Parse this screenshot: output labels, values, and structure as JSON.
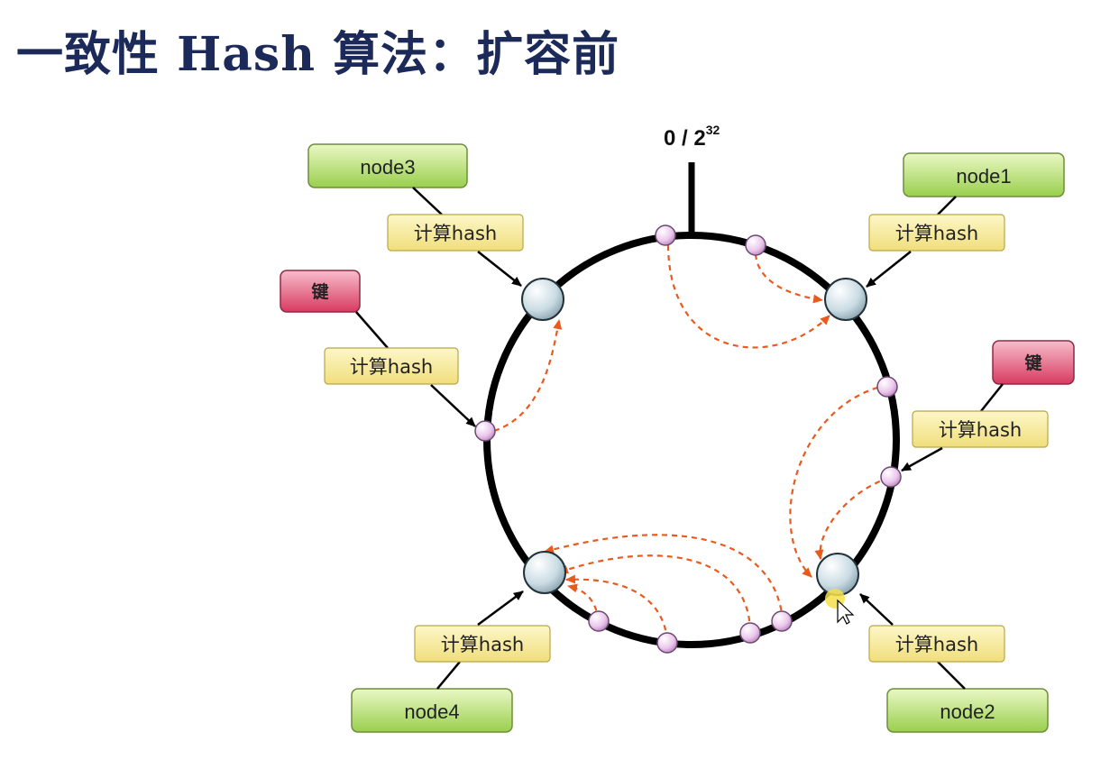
{
  "title": "一致性 Hash 算法：扩容前",
  "ring": {
    "label_base": "0 / 2",
    "label_exp": "32"
  },
  "nodes": [
    {
      "id": "node1",
      "label": "node1"
    },
    {
      "id": "node2",
      "label": "node2"
    },
    {
      "id": "node3",
      "label": "node3"
    },
    {
      "id": "node4",
      "label": "node4"
    }
  ],
  "calc_label": "计算hash",
  "key_label": "键",
  "colors": {
    "title": "#1c2a5a",
    "node_box": "#b8e07a",
    "calc_box": "#f7ec9e",
    "key_box": "#e5607f",
    "ring": "#000000",
    "arrow_dashed": "#e85a1e",
    "server_circle": "#c9dbe3",
    "key_circle": "#e9c6ea"
  }
}
